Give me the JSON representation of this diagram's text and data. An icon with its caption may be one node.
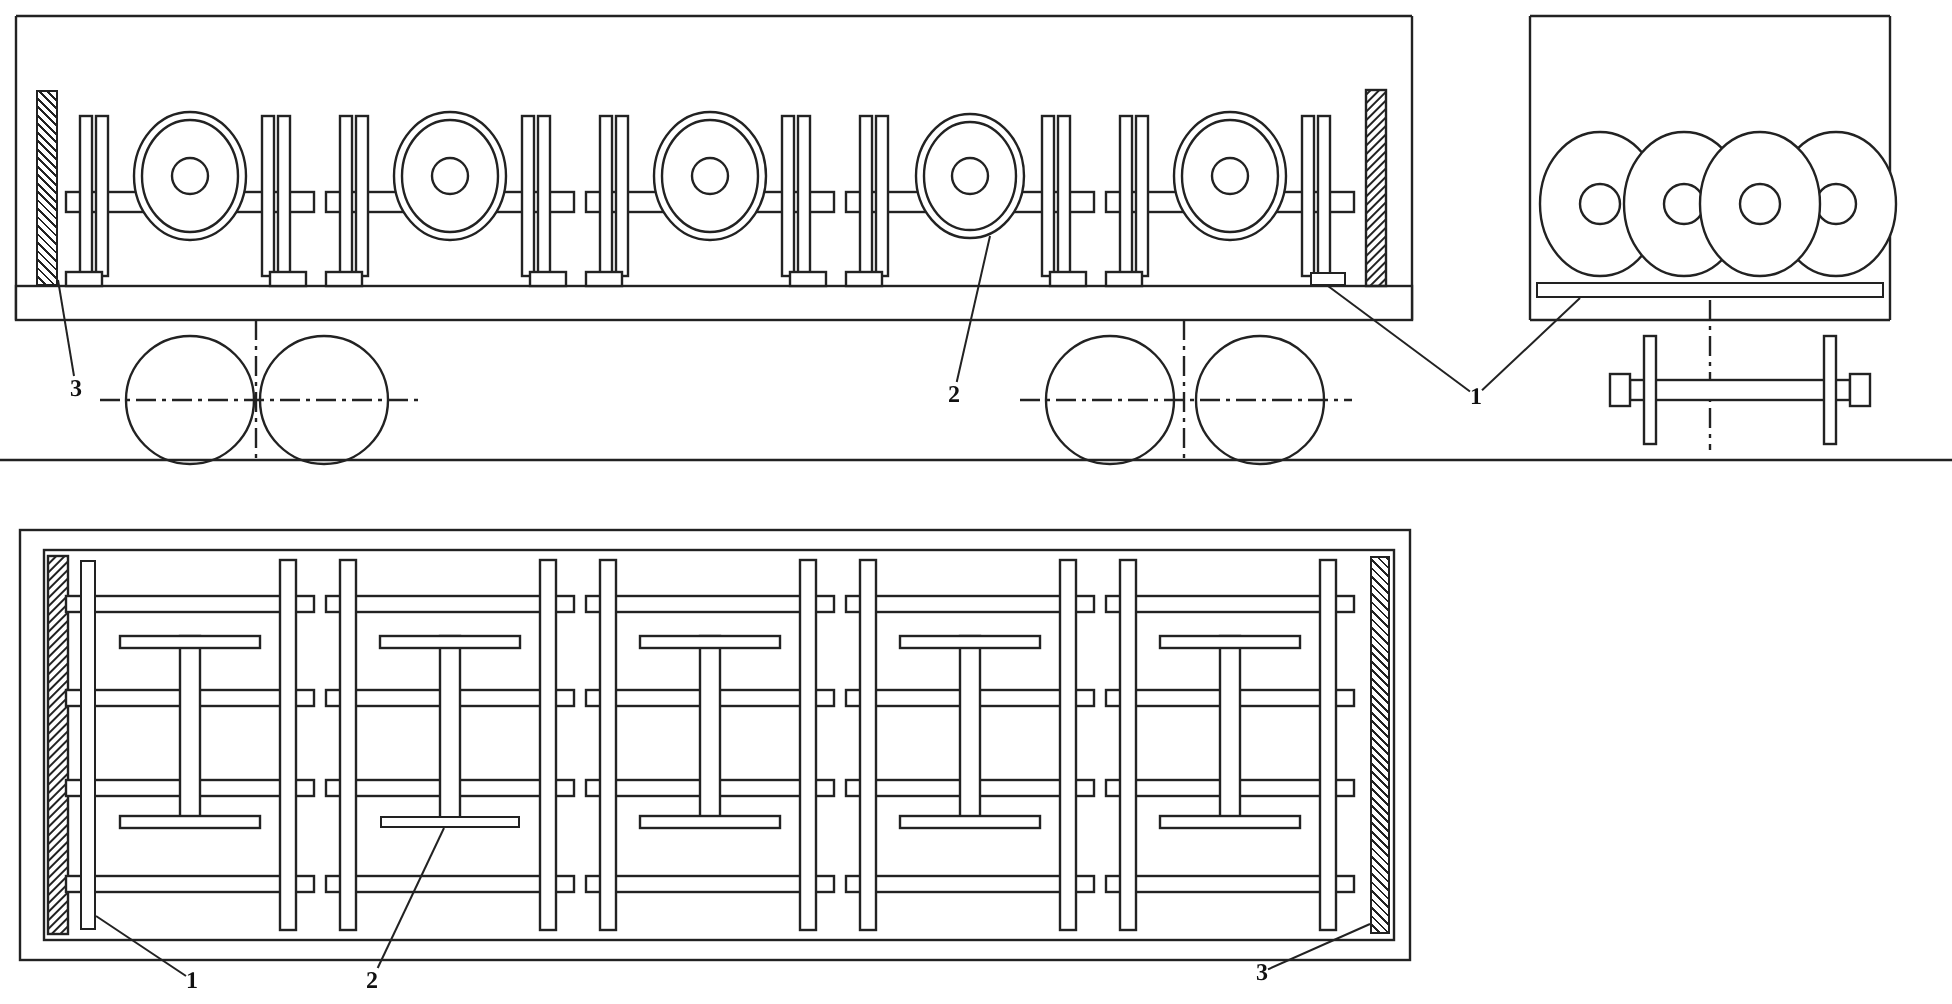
{
  "diagram": {
    "nodes": [
      {
        "text": [
          "3"
        ]
      },
      {
        "text": [
          "2"
        ]
      },
      {
        "text": [
          "1"
        ]
      },
      {
        "text": [
          "1"
        ]
      },
      {
        "text": [
          "2"
        ]
      },
      {
        "text": [
          "3"
        ]
      },
      {
        "text": [],
        "shape": "bar"
      },
      {
        "text": [],
        "shape": "picture"
      },
      {
        "text": [],
        "shape": "box"
      },
      {
        "text": [],
        "shape": "bar"
      },
      {
        "text": [],
        "shape": "bar"
      },
      {
        "text": [],
        "shape": "bar"
      },
      {
        "text": [],
        "shape": "bar"
      }
    ],
    "edges": [
      {
        "from": 0,
        "to": 6,
        "arrow": "none"
      },
      {
        "from": 1,
        "to": 7,
        "arrow": "none"
      },
      {
        "from": 2,
        "to": 8,
        "arrow": "none"
      },
      {
        "from": 2,
        "to": 9,
        "arrow": "none"
      },
      {
        "from": 3,
        "to": 10,
        "arrow": "none"
      },
      {
        "from": 4,
        "to": 11,
        "arrow": "none"
      },
      {
        "from": 5,
        "to": 12,
        "arrow": "none"
      }
    ]
  }
}
